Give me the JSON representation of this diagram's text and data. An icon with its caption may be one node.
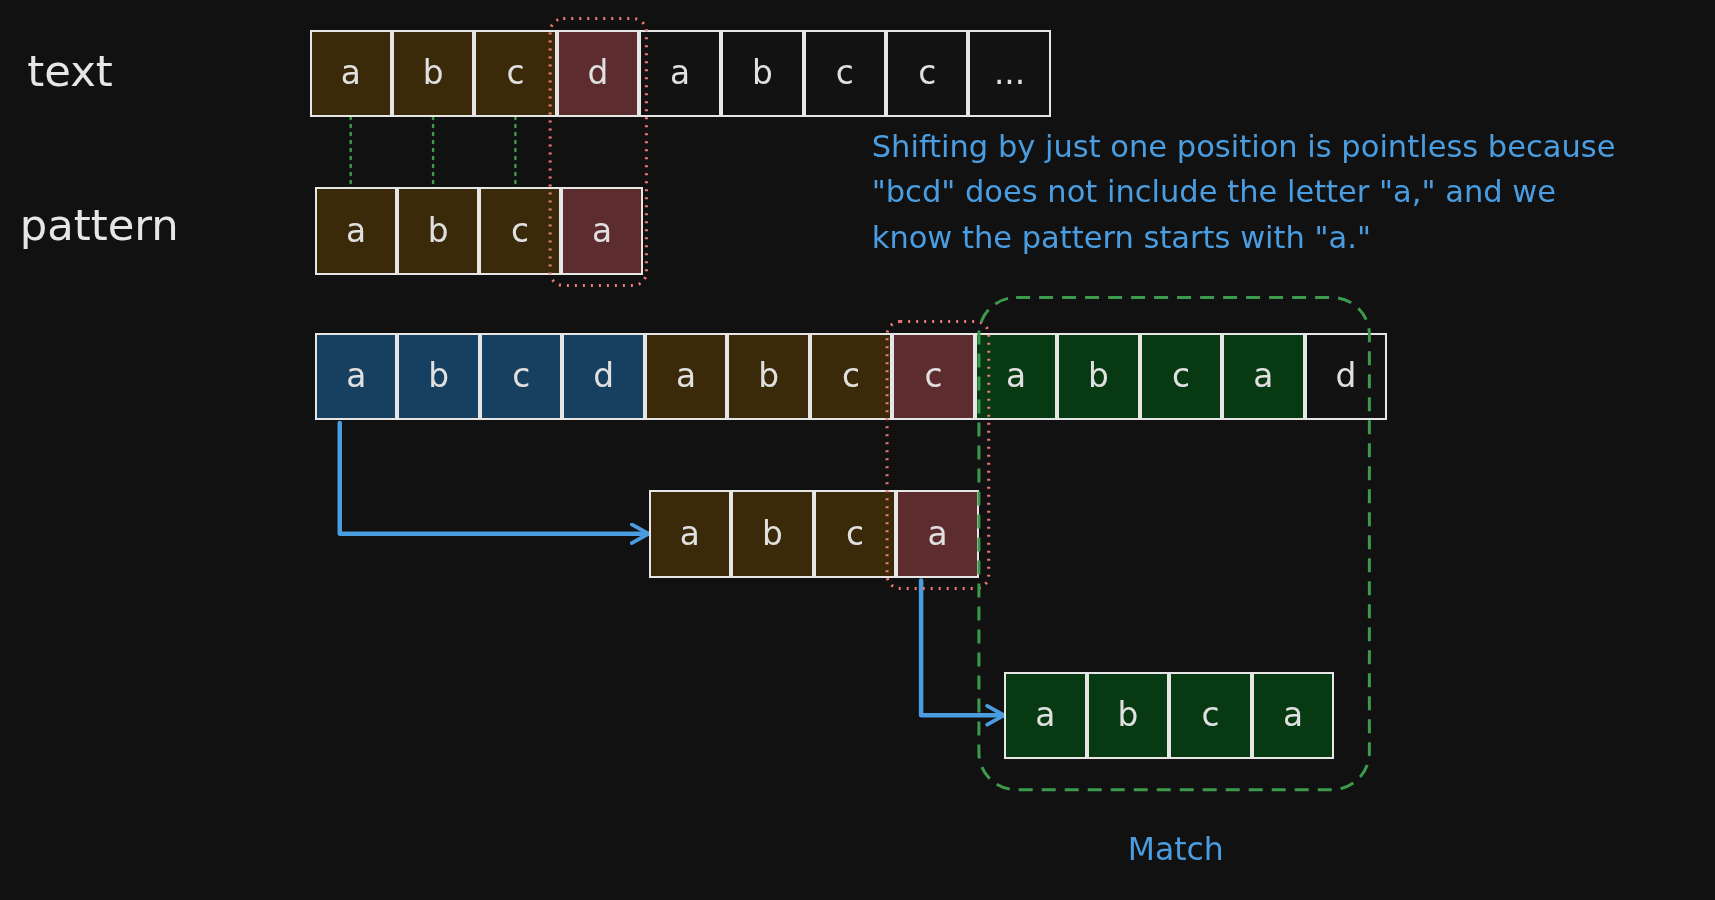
{
  "diagram": {
    "nodes": [
      {
        "text": [
          "a"
        ]
      },
      {
        "text": [
          "b"
        ]
      },
      {
        "text": [
          "c"
        ]
      },
      {
        "text": [
          "d"
        ]
      },
      {
        "text": [
          "a"
        ]
      },
      {
        "text": [
          "b"
        ]
      },
      {
        "text": [
          "c"
        ]
      },
      {
        "text": [
          "c"
        ]
      },
      {
        "text": [
          "..."
        ]
      },
      {
        "text": [
          "a"
        ]
      },
      {
        "text": [
          "b"
        ]
      },
      {
        "text": [
          "c"
        ]
      },
      {
        "text": [
          "a"
        ]
      },
      {
        "text": [
          "a"
        ]
      },
      {
        "text": [
          "b"
        ]
      },
      {
        "text": [
          "c"
        ]
      },
      {
        "text": [
          "d"
        ]
      },
      {
        "text": [
          "a"
        ]
      },
      {
        "text": [
          "b"
        ]
      },
      {
        "text": [
          "c"
        ]
      },
      {
        "text": [
          "c"
        ]
      },
      {
        "text": [
          "a"
        ]
      },
      {
        "text": [
          "b"
        ]
      },
      {
        "text": [
          "c"
        ]
      },
      {
        "text": [
          "a"
        ]
      },
      {
        "text": [
          "d"
        ]
      },
      {
        "text": [
          "a"
        ]
      },
      {
        "text": [
          "b"
        ]
      },
      {
        "text": [
          "c"
        ]
      },
      {
        "text": [
          "a"
        ]
      },
      {
        "text": [
          "a"
        ]
      },
      {
        "text": [
          "b"
        ]
      },
      {
        "text": [
          "c"
        ]
      },
      {
        "text": [
          "a"
        ]
      }
    ],
    "edges": [
      {
        "from": 0,
        "to": 9,
        "arrow": "none",
        "style": "dashed",
        "color": "#3c9a4c"
      },
      {
        "from": 1,
        "to": 10,
        "arrow": "none",
        "style": "dashed",
        "color": "#3c9a4c"
      },
      {
        "from": 2,
        "to": 11,
        "arrow": "none",
        "style": "dashed",
        "color": "#3c9a4c"
      },
      {
        "from": 13,
        "to": 26,
        "arrow": "to",
        "color": "#4a9de0"
      },
      {
        "from": 29,
        "to": 30,
        "arrow": "to",
        "color": "#4a9de0"
      }
    ],
    "labels": [
      "text",
      "pattern",
      "Shifting by just one position is pointless because \"bcd\" does not include the letter \"a,\" and we know the pattern starts with \"a.\"",
      "Match"
    ]
  }
}
